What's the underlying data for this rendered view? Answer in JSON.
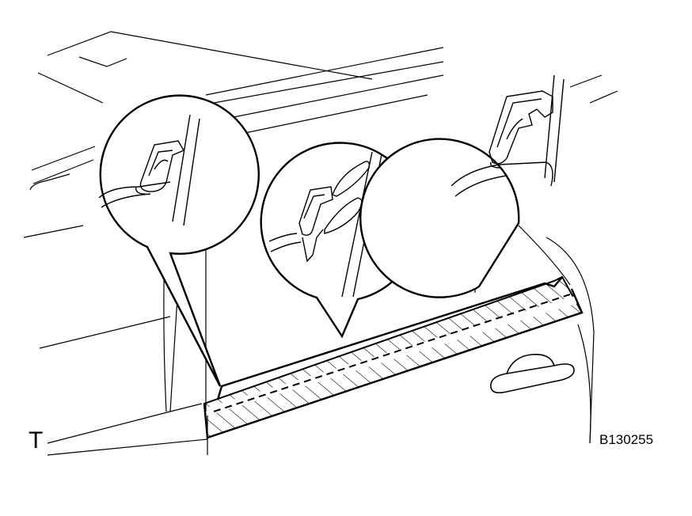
{
  "labels": {
    "view_letter": "T",
    "figure_code": "B130255"
  },
  "colors": {
    "line": "#000000",
    "background": "#ffffff"
  },
  "icons": {
    "callouts": [
      "clip-callout-left",
      "clip-callout-center",
      "clip-callout-right"
    ]
  }
}
